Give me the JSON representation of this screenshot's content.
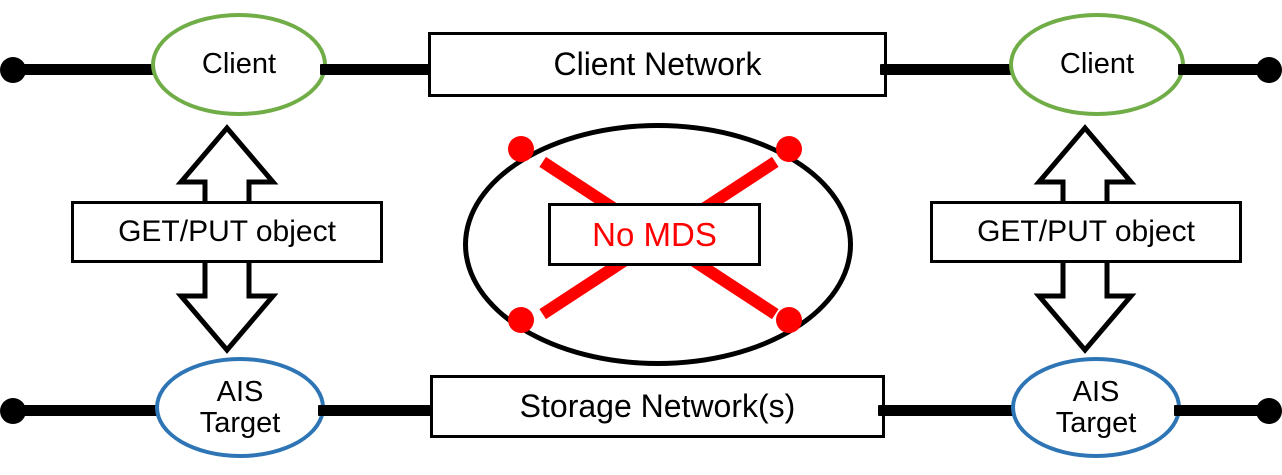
{
  "diagram": {
    "title": "AIStore no-metadata-server architecture",
    "colors": {
      "client_outline": "#70AD47",
      "target_outline": "#2E75B6",
      "line": "#000000",
      "cross": "#FF0000",
      "background": "#FFFFFF"
    },
    "nodes": {
      "client_left": "Client",
      "client_right": "Client",
      "target_left": "AIS\nTarget",
      "target_right": "AIS\nTarget",
      "client_network": "Client Network",
      "storage_network": "Storage Network(s)",
      "op_left": "GET/PUT object",
      "op_right": "GET/PUT object",
      "no_mds": "No MDS"
    },
    "icons": {
      "endpoint_left_top": "endpoint-dot-icon",
      "endpoint_right_top": "endpoint-dot-icon",
      "endpoint_left_bottom": "endpoint-dot-icon",
      "endpoint_right_bottom": "endpoint-dot-icon",
      "arrow_left": "double-headed-arrow-icon",
      "arrow_right": "double-headed-arrow-icon",
      "cross_out": "red-x-cross-icon"
    }
  }
}
